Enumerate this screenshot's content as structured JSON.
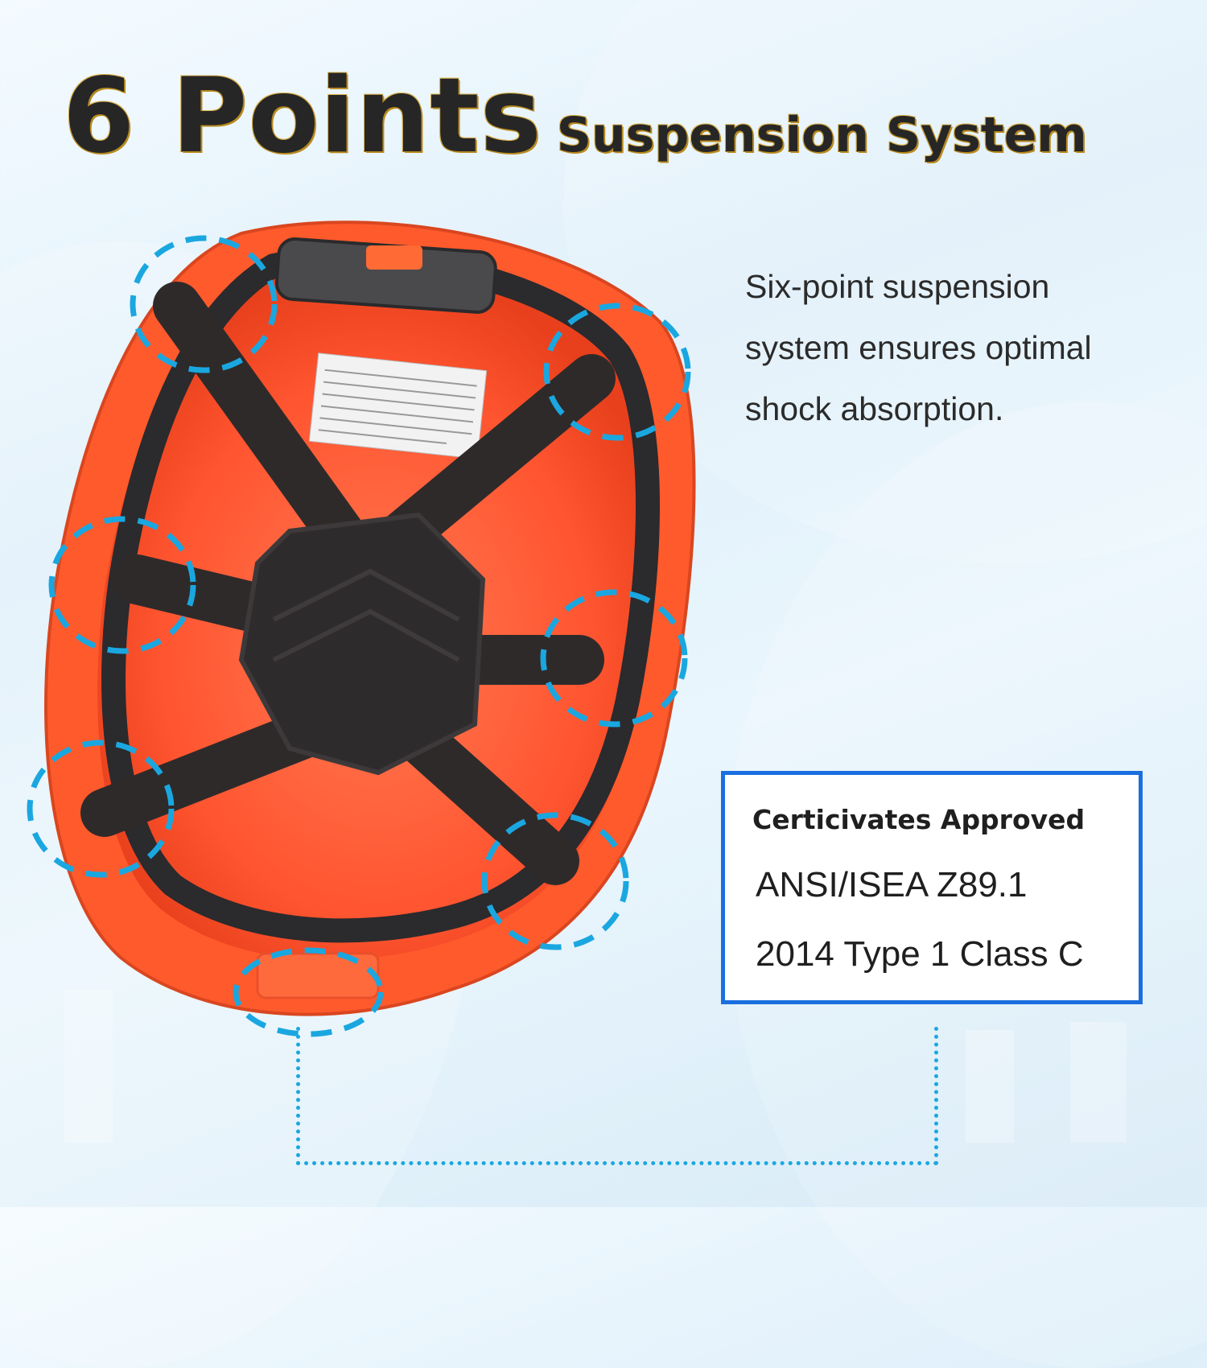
{
  "title": {
    "main": "6 Points",
    "sub": "Suspension System"
  },
  "description": {
    "line1": "Six-point suspension",
    "line2": "system ensures optimal",
    "line3": "shock absorption."
  },
  "certificate": {
    "heading": "Certicivates Approved",
    "line1": "ANSI/ISEA Z89.1",
    "line2": "2014 Type 1 Class C"
  },
  "colors": {
    "helmet_shell": "#ff5a2c",
    "strap": "#2f2a2a",
    "dashed_circle": "#1aa7e0",
    "cert_border": "#1a6fe0"
  },
  "icons": {
    "suspension_point_marker": "dashed-circle-icon"
  }
}
